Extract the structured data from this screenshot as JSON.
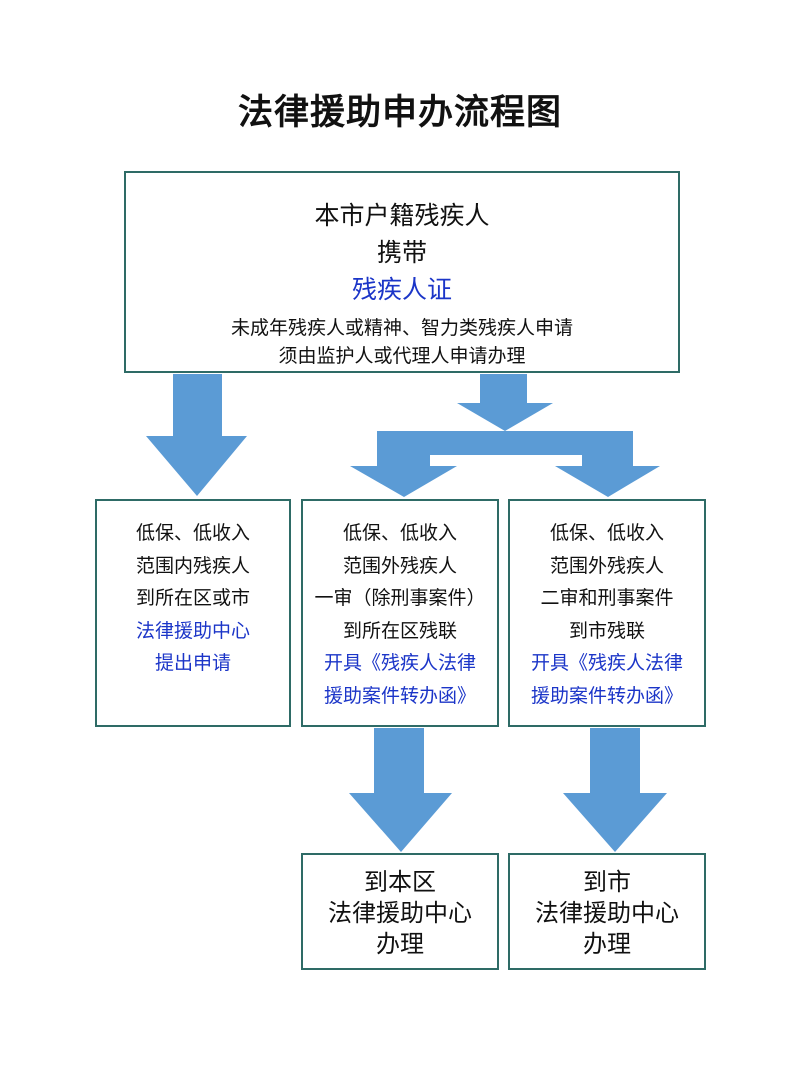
{
  "title": "法律援助申办流程图",
  "colors": {
    "arrow": "#5b9bd5",
    "border": "#2e6b66",
    "highlight_text": "#1b35c8"
  },
  "top_box": {
    "line1": "本市户籍残疾人",
    "line2": "携带",
    "line3": "残疾人证",
    "note1": "未成年残疾人或精神、智力类残疾人申请",
    "note2": "须由监护人或代理人申请办理"
  },
  "box_a": {
    "lines": [
      "低保、低收入",
      "范围内残疾人",
      "到所在区或市"
    ],
    "blue_lines": [
      "法律援助中心",
      "提出申请"
    ]
  },
  "box_b": {
    "lines": [
      "低保、低收入",
      "范围外残疾人",
      "一审（除刑事案件）",
      "到所在区残联"
    ],
    "blue_lines": [
      "开具《残疾人法律",
      "援助案件转办函》"
    ]
  },
  "box_c": {
    "lines": [
      "低保、低收入",
      "范围外残疾人",
      "二审和刑事案件",
      "到市残联"
    ],
    "blue_lines": [
      "开具《残疾人法律",
      "援助案件转办函》"
    ]
  },
  "box_d": {
    "lines": [
      "到本区",
      "法律援助中心",
      "办理"
    ]
  },
  "box_e": {
    "lines": [
      "到市",
      "法律援助中心",
      "办理"
    ]
  }
}
